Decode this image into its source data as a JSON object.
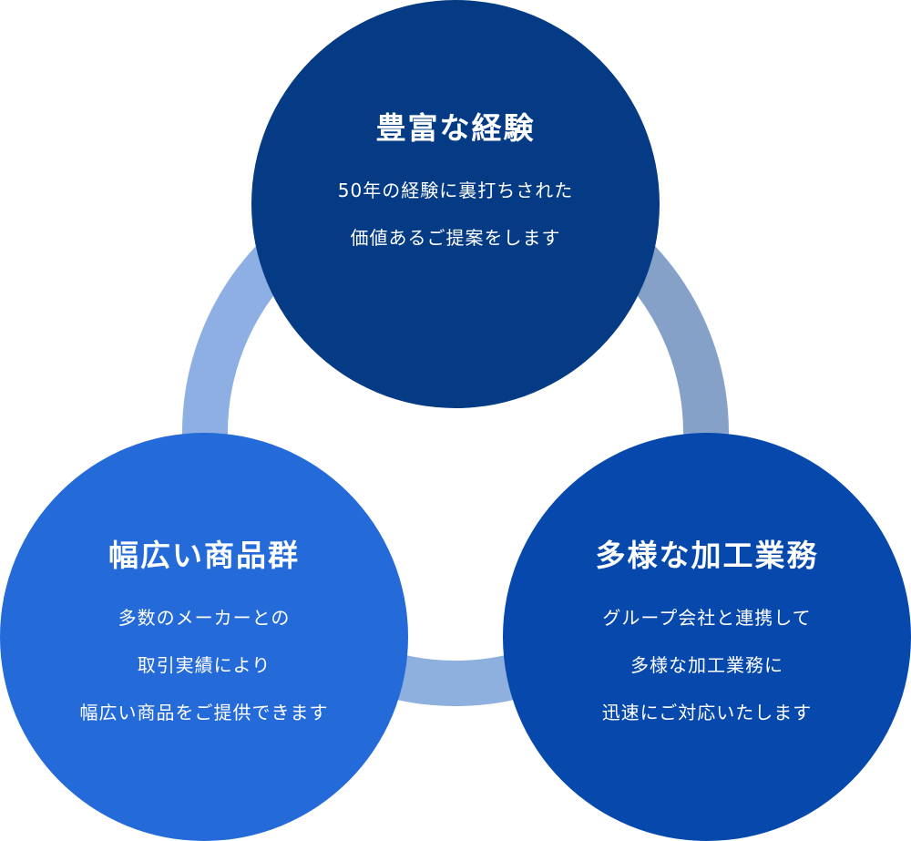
{
  "colors": {
    "ring_left": "#8dafe4",
    "ring_right": "#86a1c8",
    "ring_bottom": "#8db0de",
    "top_circle": "#053b84",
    "left_circle": "#246ad8",
    "right_circle": "#0748ad",
    "text": "#ffffff"
  },
  "circles": {
    "top": {
      "title": "豊富な経験",
      "lines": [
        "50年の経験に裏打ちされた",
        "価値あるご提案をします"
      ]
    },
    "left": {
      "title": "幅広い商品群",
      "lines": [
        "多数のメーカーとの",
        "取引実績により",
        "幅広い商品をご提供できます"
      ]
    },
    "right": {
      "title": "多様な加工業務",
      "lines": [
        "グループ会社と連携して",
        "多様な加工業務に",
        "迅速にご対応いたします"
      ]
    }
  }
}
